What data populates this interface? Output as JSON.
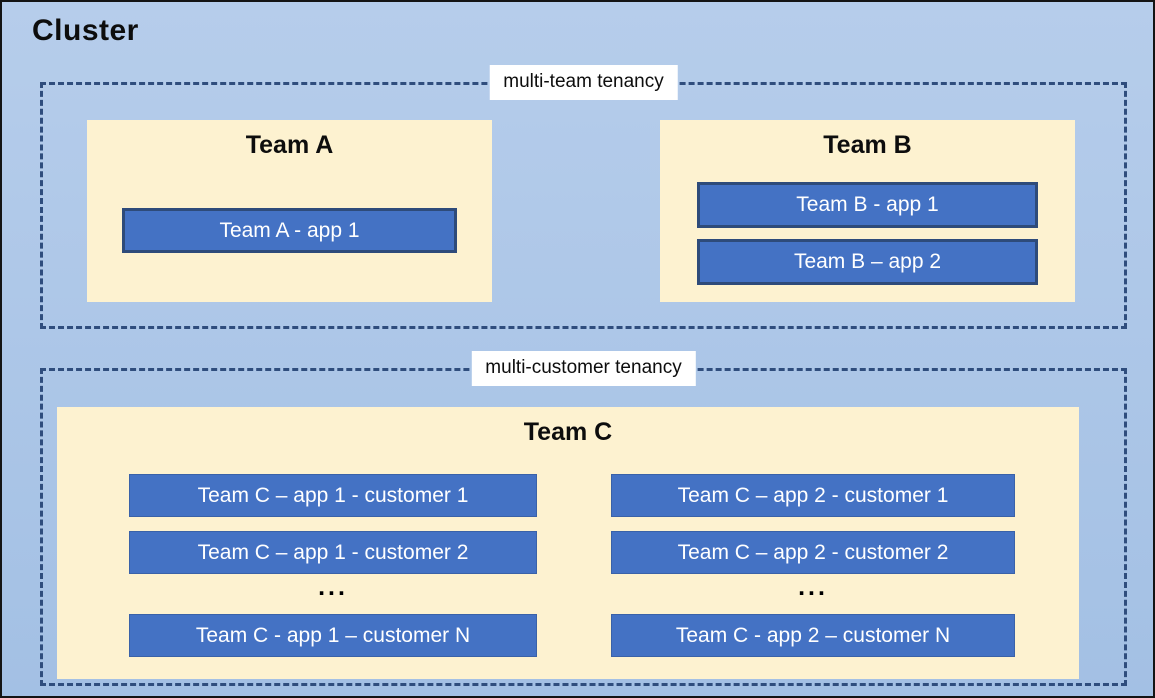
{
  "title": "Cluster",
  "sections": {
    "multi_team": {
      "label": "multi-team tenancy",
      "team_a": {
        "name": "Team A",
        "app1": "Team A - app 1"
      },
      "team_b": {
        "name": "Team B",
        "app1": "Team B - app 1",
        "app2": "Team B – app 2"
      }
    },
    "multi_customer": {
      "label": "multi-customer tenancy",
      "team_c": {
        "name": "Team C",
        "col1": {
          "row1": "Team C – app 1 - customer 1",
          "row2": "Team C – app 1 - customer 2",
          "ellipsis": "...",
          "rowN": "Team C - app 1 – customer N"
        },
        "col2": {
          "row1": "Team C – app 2 - customer 1",
          "row2": "Team C – app 2 - customer 2",
          "ellipsis": "...",
          "rowN": "Team C - app 2 – customer N"
        }
      }
    }
  },
  "colors": {
    "canvas_bg_top": "#b6cdeb",
    "canvas_bg_bottom": "#a3c0e4",
    "dashed_border": "#2f4d7d",
    "team_bg": "#fdf2d0",
    "app_fill": "#4472c4",
    "app_border": "#2e4b7a",
    "app_border_thin": "#3a62a8",
    "app_text": "#ffffff",
    "label_bg": "#ffffff"
  }
}
